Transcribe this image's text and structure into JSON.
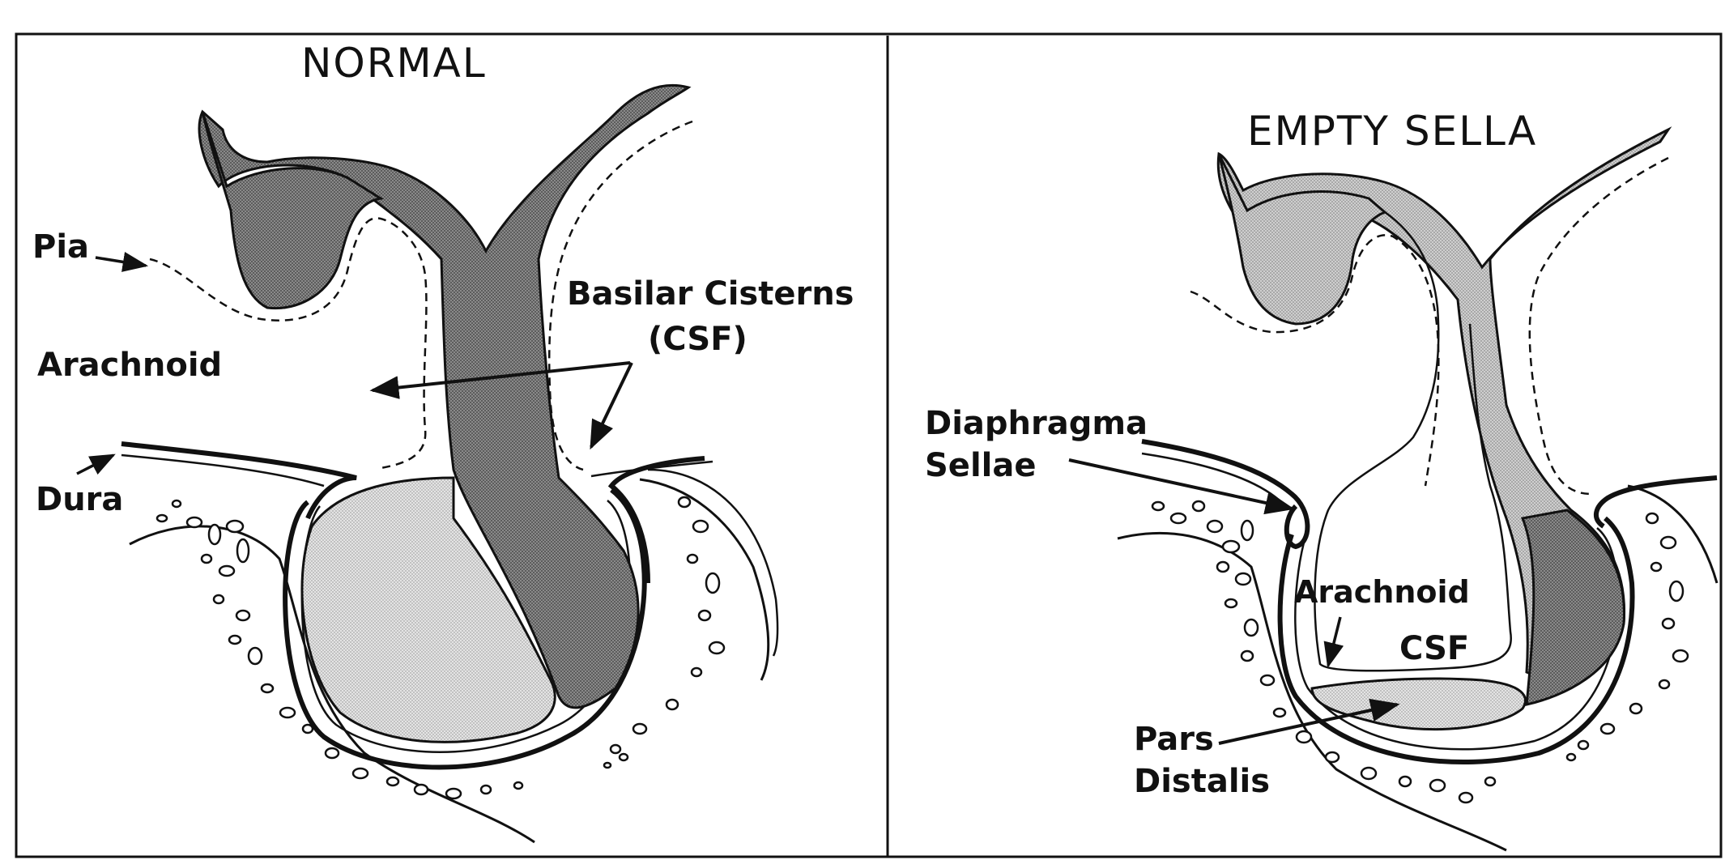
{
  "normal": {
    "title": "NORMAL",
    "labels": {
      "pia": "Pia",
      "arachnoid": "Arachnoid",
      "dura": "Dura",
      "basilar_cisterns_line1": "Basilar Cisterns",
      "basilar_cisterns_line2": "(CSF)"
    }
  },
  "empty_sella": {
    "title": "EMPTY SELLA",
    "labels": {
      "diaphragma_line1": "Diaphragma",
      "diaphragma_line2": "Sellae",
      "arachnoid": "Arachnoid",
      "csf": "CSF",
      "pars_line1": "Pars",
      "pars_line2": "Distalis"
    }
  },
  "colors": {
    "ink": "#111111",
    "stalk_dark": "#6f6f6f",
    "pituitary_light": "#cfcfcf",
    "empty_sella_fill": "#bdbdbd",
    "bone_fill": "#ffffff"
  }
}
